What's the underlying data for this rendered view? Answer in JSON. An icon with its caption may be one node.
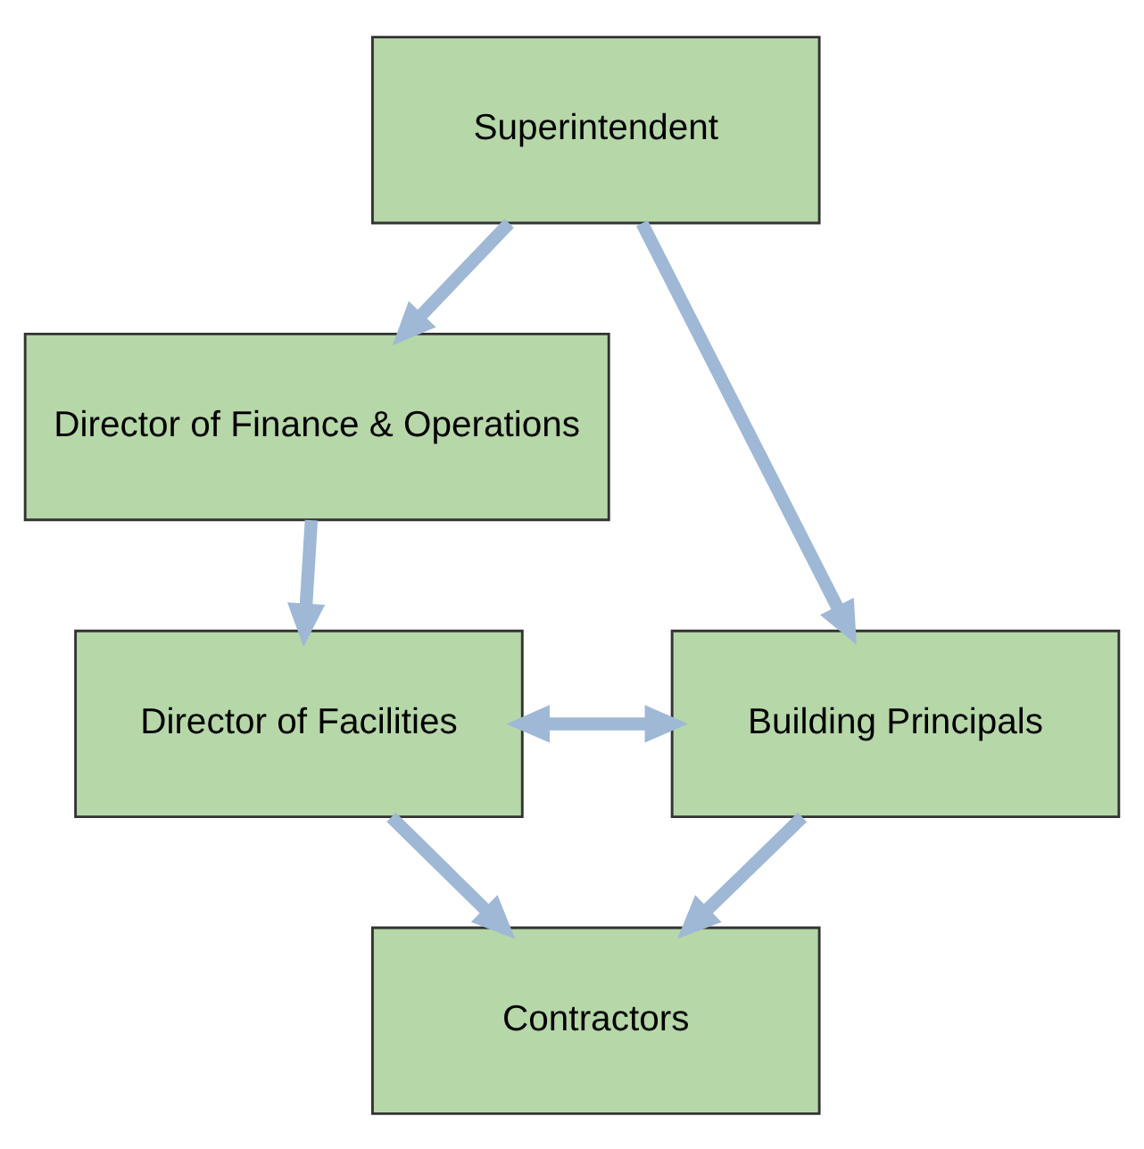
{
  "diagram": {
    "nodes": [
      {
        "text": [
          "Superintendent"
        ]
      },
      {
        "text": [
          "Director of Finance & Operations"
        ]
      },
      {
        "text": [
          "Director of Facilities"
        ]
      },
      {
        "text": [
          "Building Principals"
        ]
      },
      {
        "text": [
          "Contractors"
        ]
      }
    ],
    "edges": [
      {
        "from": 0,
        "to": 1,
        "arrow": "to"
      },
      {
        "from": 0,
        "to": 3,
        "arrow": "to"
      },
      {
        "from": 1,
        "to": 2,
        "arrow": "to"
      },
      {
        "from": 2,
        "to": 3,
        "arrow": "both"
      },
      {
        "from": 2,
        "to": 4,
        "arrow": "to"
      },
      {
        "from": 3,
        "to": 4,
        "arrow": "to"
      }
    ]
  }
}
